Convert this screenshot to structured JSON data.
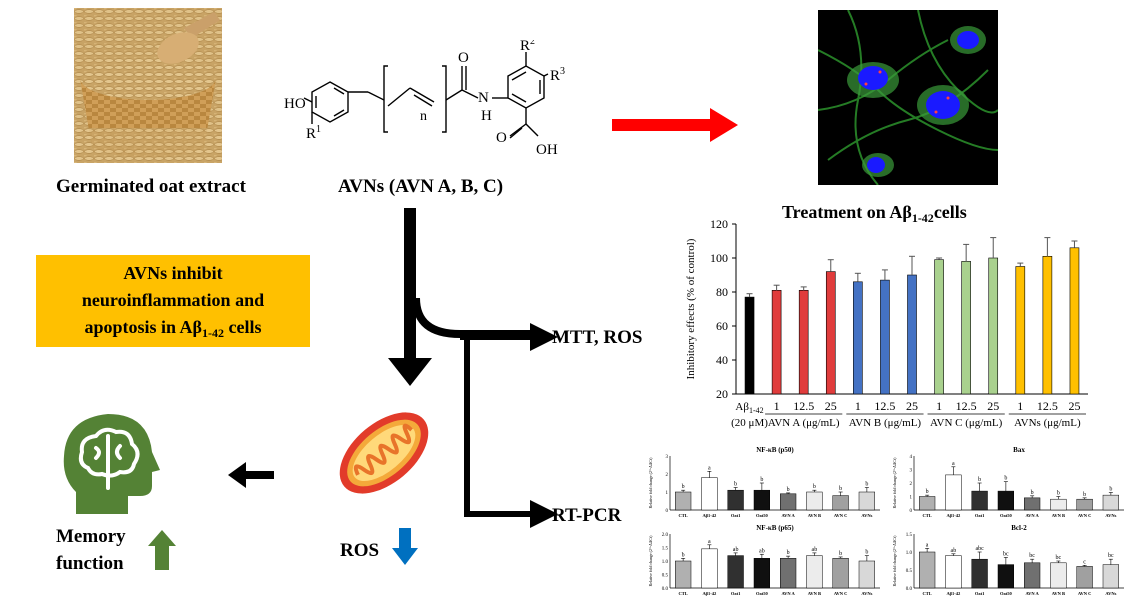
{
  "labels": {
    "oat_extract": "Germinated oat extract",
    "avns": "AVNs (AVN A, B, C)",
    "treatment_main": "Treatment on Aβ",
    "treatment_sub": "1-42",
    "treatment_tail": "cells",
    "mtt_ros": "MTT, ROS",
    "rt_pcr": "RT-PCR",
    "ros": "ROS",
    "memory_line1": "Memory",
    "memory_line2": "function"
  },
  "summary_box": {
    "line1": "AVNs inhibit",
    "line2": "neuroinflammation and",
    "line3_main": "apoptosis in Aβ",
    "line3_sub": "1-42",
    "line3_tail": " cells",
    "bg_color": "#FFC000"
  },
  "structure": {
    "ho": "HO",
    "r1": "R",
    "r1_sup": "1",
    "n": "n",
    "o": "O",
    "nh_n": "N",
    "nh_h": "H",
    "r2": "R",
    "r2_sup": "2",
    "r3": "R",
    "r3_sup": "3",
    "oh": "OH",
    "o2": "O"
  },
  "colors": {
    "red_arrow": "#FF0000",
    "down_arrow": "#0070C0",
    "up_arrow": "#548235",
    "brain_icon": "#548235"
  },
  "icons": [
    "basket-image",
    "microscopy-image",
    "mitochondria-icon",
    "brain-head-icon"
  ],
  "chart_data": [
    {
      "type": "bar",
      "ylabel": "Inhibitory effects (% of control)",
      "ylim": [
        20,
        120
      ],
      "yticks": [
        20,
        40,
        60,
        80,
        100,
        120
      ],
      "x_ticks": [
        "Aβ1-42 (20 μM)",
        "1",
        "12.5",
        "25",
        "1",
        "12.5",
        "25",
        "1",
        "12.5",
        "25",
        "1",
        "12.5",
        "25"
      ],
      "x_first_line1": "Aβ",
      "x_first_sub": "1-42",
      "x_first_line2": "(20 μM)",
      "groups": [
        "AVN A (μg/mL)",
        "AVN B (μg/mL)",
        "AVN C (μg/mL)",
        "AVNs (μg/mL)"
      ],
      "values": [
        77,
        81,
        81,
        92,
        86,
        87,
        90,
        99,
        98,
        100,
        95,
        101,
        106
      ],
      "errors": [
        2,
        3,
        2,
        7,
        5,
        6,
        11,
        1,
        10,
        12,
        2,
        11,
        4
      ],
      "colors": [
        "#000000",
        "#E03C3C",
        "#E03C3C",
        "#E03C3C",
        "#4472C4",
        "#4472C4",
        "#4472C4",
        "#A9D18E",
        "#A9D18E",
        "#A9D18E",
        "#FFC000",
        "#FFC000",
        "#FFC000"
      ]
    },
    {
      "type": "bar",
      "title": "NF-κB (p50)",
      "ylabel": "Relative fold change (2^-ΔΔCt)",
      "categories": [
        "CTL",
        "Aβ1-42",
        "Oat1",
        "Oat50",
        "AVN A",
        "AVN B",
        "AVN C",
        "AVNs"
      ],
      "values": [
        1.0,
        1.8,
        1.1,
        1.1,
        0.9,
        1.0,
        0.8,
        1.0
      ],
      "errors": [
        0.1,
        0.35,
        0.15,
        0.4,
        0.05,
        0.1,
        0.2,
        0.25
      ],
      "letters": [
        "b",
        "a",
        "b",
        "b",
        "b",
        "b",
        "b",
        "b"
      ],
      "ylim": [
        0,
        3
      ],
      "yticks": [
        "0",
        "1",
        "2",
        "3"
      ]
    },
    {
      "type": "bar",
      "title": "Bax",
      "ylabel": "Relative fold change (2^-ΔΔCt)",
      "categories": [
        "CTL",
        "Aβ1-42",
        "Oat1",
        "Oat50",
        "AVN A",
        "AVN B",
        "AVN C",
        "AVNs"
      ],
      "values": [
        1.0,
        2.6,
        1.4,
        1.4,
        0.9,
        0.8,
        0.8,
        1.1
      ],
      "errors": [
        0.1,
        0.6,
        0.6,
        0.7,
        0.15,
        0.2,
        0.1,
        0.2
      ],
      "letters": [
        "b",
        "a",
        "b",
        "b",
        "b",
        "b",
        "b",
        "b"
      ],
      "ylim": [
        0,
        4
      ],
      "yticks": [
        "0",
        "1",
        "2",
        "3",
        "4"
      ]
    },
    {
      "type": "bar",
      "title": "NF-κB (p65)",
      "ylabel": "Relative fold change (2^-ΔΔCt)",
      "categories": [
        "CTL",
        "Aβ1-42",
        "Oat1",
        "Oat50",
        "AVN A",
        "AVN B",
        "AVN C",
        "AVNs"
      ],
      "values": [
        1.0,
        1.45,
        1.2,
        1.1,
        1.1,
        1.2,
        1.1,
        1.0
      ],
      "errors": [
        0.1,
        0.15,
        0.1,
        0.15,
        0.08,
        0.1,
        0.05,
        0.2
      ],
      "letters": [
        "b",
        "a",
        "ab",
        "ab",
        "b",
        "ab",
        "b",
        "b"
      ],
      "ylim": [
        0,
        2
      ],
      "yticks": [
        "0.0",
        "0.5",
        "1.0",
        "1.5",
        "2.0"
      ]
    },
    {
      "type": "bar",
      "title": "Bcl-2",
      "ylabel": "Relative fold change (2^-ΔΔCt)",
      "categories": [
        "CTL",
        "Aβ1-42",
        "Oat1",
        "Oat50",
        "AVN A",
        "AVN B",
        "AVN C",
        "AVNs"
      ],
      "values": [
        1.0,
        0.9,
        0.8,
        0.65,
        0.7,
        0.7,
        0.6,
        0.65
      ],
      "errors": [
        0.1,
        0.05,
        0.2,
        0.2,
        0.1,
        0.05,
        0.03,
        0.15
      ],
      "letters": [
        "a",
        "ab",
        "abc",
        "bc",
        "bc",
        "bc",
        "c",
        "bc"
      ],
      "ylim": [
        0,
        1.5
      ],
      "yticks": [
        "0.0",
        "0.5",
        "1.0",
        "1.5"
      ]
    }
  ]
}
